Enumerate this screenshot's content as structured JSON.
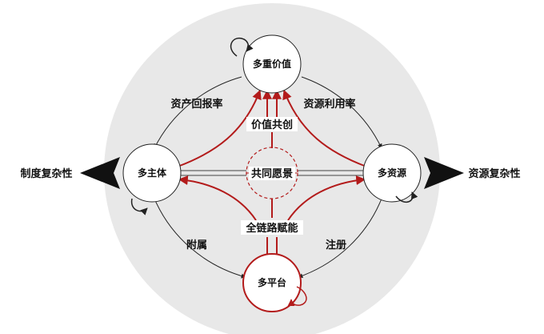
{
  "nodes": {
    "top": "多重价值",
    "left": "多主体",
    "right": "多资源",
    "bottom": "多平台"
  },
  "center": {
    "vision": "共同愿景",
    "value_co_creation": "价值共创",
    "full_chain": "全链路赋能"
  },
  "edges": {
    "asset_return": "资产回报率",
    "resource_utilization": "资源利用率",
    "attach": "附属",
    "register": "注册"
  },
  "sides": {
    "left": "制度复杂性",
    "right": "资源复杂性"
  },
  "colors": {
    "background_disc": "#e8e8e8",
    "accent_red": "#b31b1b",
    "line": "#222222"
  }
}
